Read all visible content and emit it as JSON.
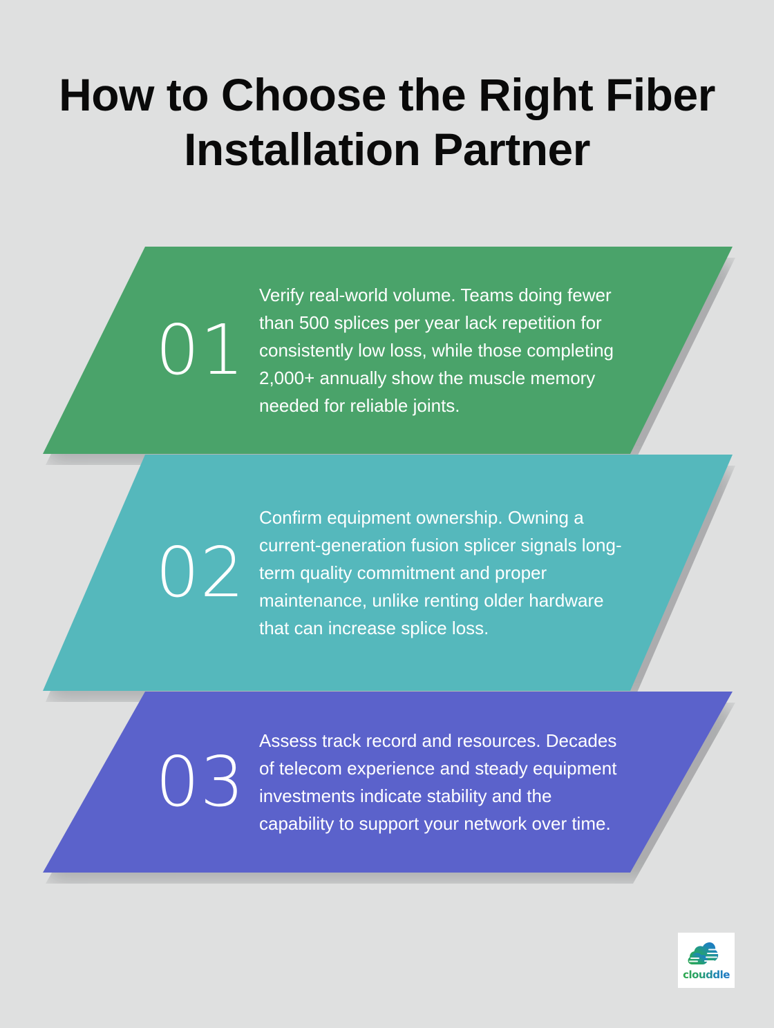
{
  "background_color": "#dfe0e0",
  "header": {
    "title": "How to Choose the Right Fiber Installation Partner",
    "title_color": "#0a0a0a"
  },
  "steps": [
    {
      "number": "01",
      "text": "Verify real-world volume. Teams doing fewer than 500 splices per year lack repetition for consistently low loss, while those completing 2,000+ annually show the muscle memory needed for reliable joints.",
      "color": "#4aa36a",
      "text_color": "#ffffff"
    },
    {
      "number": "02",
      "text": "Confirm equipment ownership. Owning a current-generation fusion splicer signals long-term quality commitment and proper maintenance, unlike renting older hardware that can increase splice loss.",
      "color": "#55b8bc",
      "text_color": "#ffffff"
    },
    {
      "number": "03",
      "text": "Assess track record and resources. Decades of telecom experience and steady equipment investments indicate stability and the capability to support your network over time.",
      "color": "#5b62cb",
      "text_color": "#ffffff"
    }
  ],
  "logo": {
    "wordmark": "clouddle",
    "icon": "cloud-icon",
    "gradient_start": "#2ea84d",
    "gradient_end": "#1d76c4",
    "box_color": "#ffffff"
  }
}
